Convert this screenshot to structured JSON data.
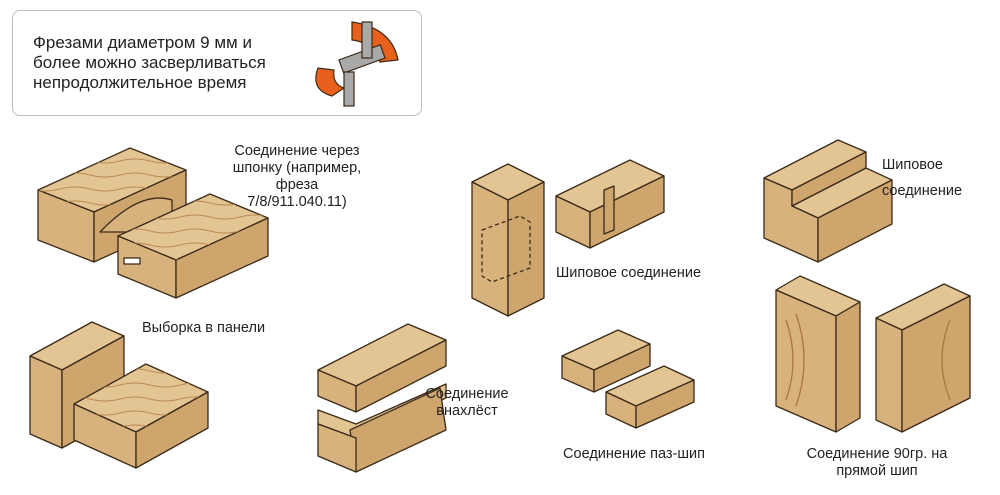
{
  "note": {
    "text": "Фрезами диаметром 9 мм и\nболее можно засверливаться\nнепродолжительное время"
  },
  "captions": {
    "key_joint": "Соединение через\nшпонку (например, фреза\n7/8/911.040.11)",
    "tenon_joint": "Шиповое соединение",
    "tenon_joint_2": "Шиповое\nсоединение",
    "panel_groove": "Выборка в панели",
    "lap_joint": "Соединение\nвнахлёст",
    "tongue_groove": "Соединение паз-шип",
    "finger_joint": "Соединение 90гр. на\nпрямой шип"
  },
  "colors": {
    "wood_top": "#e3c493",
    "wood_side": "#cfa56e",
    "wood_end": "#d8b27c",
    "grain": "#a7763f",
    "outline": "#3a2a18",
    "cutter_orange": "#e8601c",
    "cutter_grey": "#a9a9a9"
  }
}
